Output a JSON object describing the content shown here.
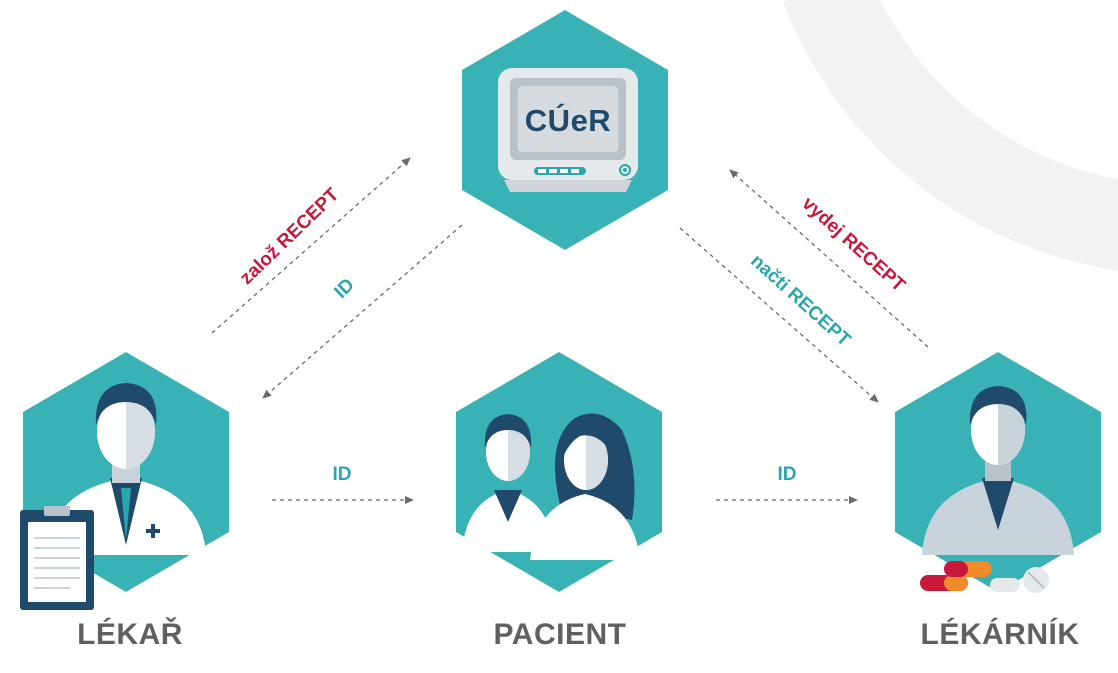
{
  "nodes": {
    "server": {
      "label": "CÚeR"
    },
    "doctor": {
      "label": "LÉKAŘ"
    },
    "patient": {
      "label": "PACIENT"
    },
    "pharmacist": {
      "label": "LÉKÁRNÍK"
    }
  },
  "edges": {
    "create_prescription": "založ RECEPT",
    "id_to_doctor": "ID",
    "issue_prescription": "vydej RECEPT",
    "load_prescription": "načti RECEPT",
    "id_doctor_to_patient": "ID",
    "id_patient_to_pharmacist": "ID"
  },
  "colors": {
    "hexagon": "#38b2b5",
    "dark": "#1f4a6b",
    "accent_red": "#c8193d",
    "accent_teal": "#2aa7ad",
    "label_gray": "#5f6062",
    "arrow_gray": "#6b6b6b",
    "background_ring": "#f2f2f2"
  }
}
